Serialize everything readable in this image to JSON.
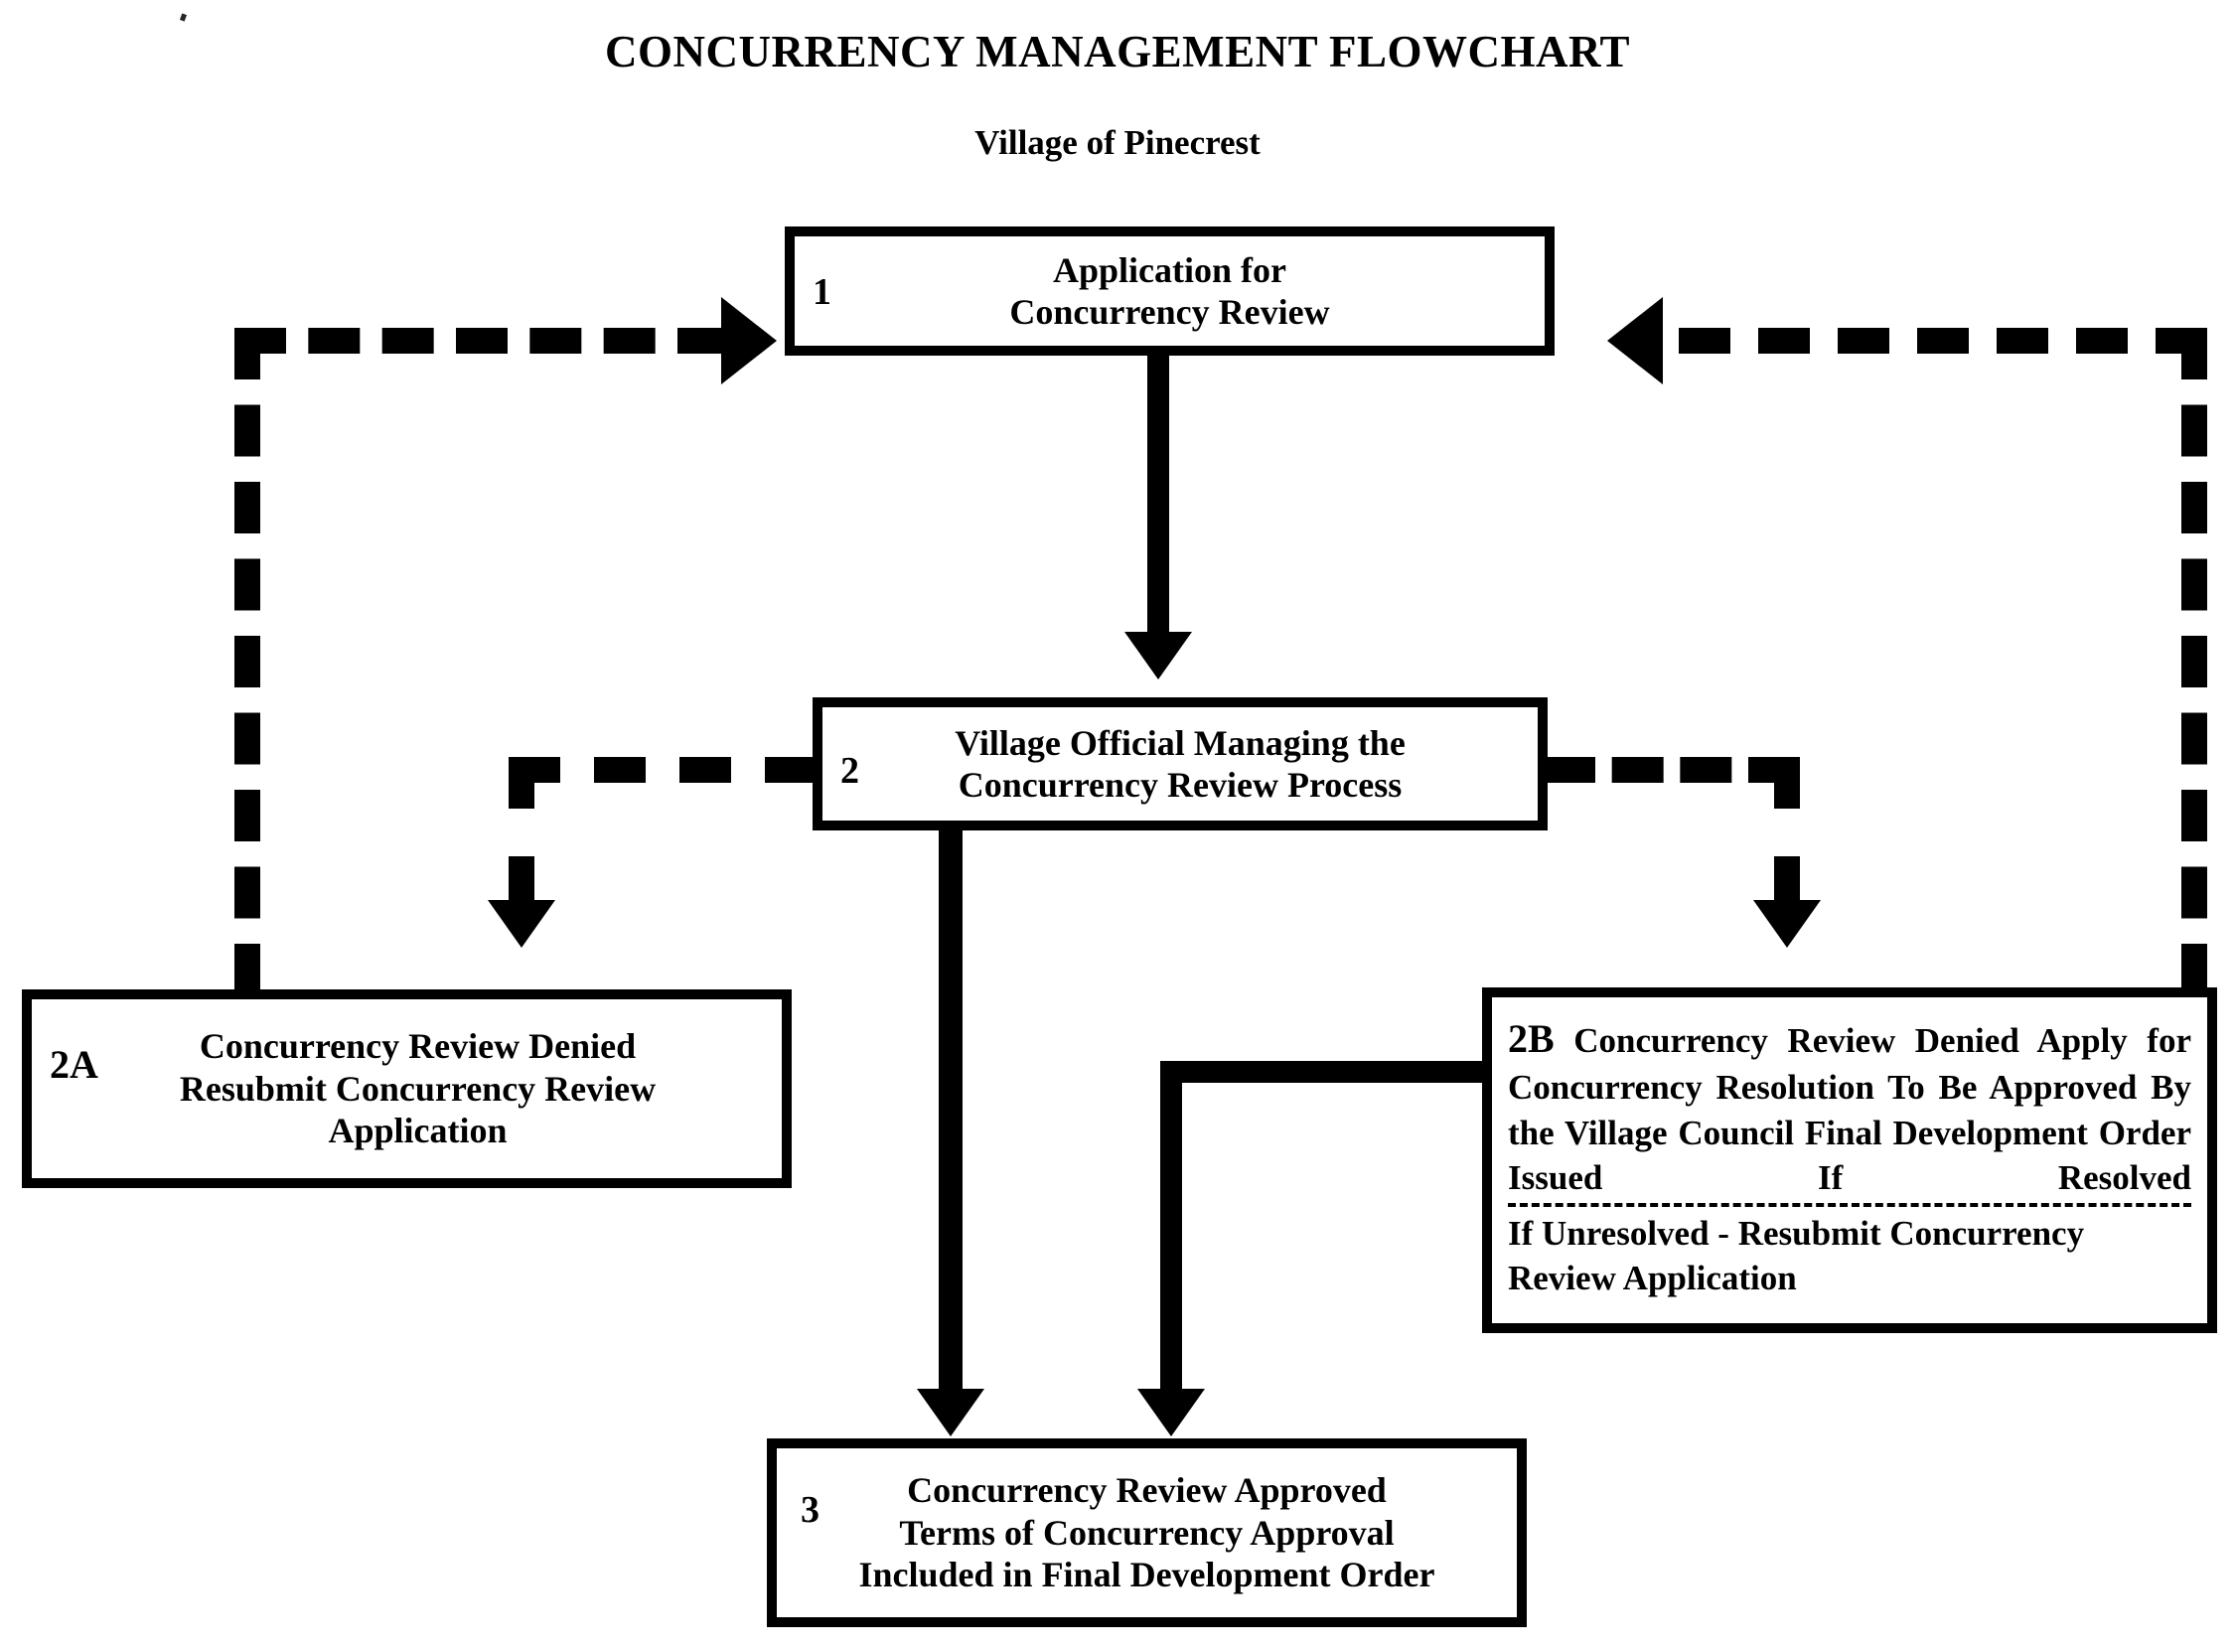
{
  "document": {
    "title": "CONCURRENCY MANAGEMENT FLOWCHART",
    "subtitle": "Village of Pinecrest"
  },
  "nodes": {
    "n1": {
      "number": "1",
      "line1": "Application for",
      "line2": "Concurrency Review"
    },
    "n2": {
      "number": "2",
      "line1": "Village Official Managing the",
      "line2": "Concurrency Review Process"
    },
    "n2a": {
      "number": "2A",
      "line1": "Concurrency Review Denied",
      "line2": "Resubmit Concurrency Review",
      "line3": "Application"
    },
    "n2b": {
      "number": "2B",
      "resolved_text": "Concurrency Review Denied Apply for Concurrency Resolution  To Be Approved By the Village Council Final Development Order Issued If Resolved",
      "unresolved_text": "If Unresolved - Resubmit Concurrency Review Application"
    },
    "n3": {
      "number": "3",
      "line1": "Concurrency Review Approved",
      "line2": "Terms of Concurrency Approval",
      "line3": "Included in Final Development Order"
    }
  },
  "chart_data": {
    "type": "flowchart",
    "title": "CONCURRENCY MANAGEMENT FLOWCHART",
    "subtitle": "Village of Pinecrest",
    "nodes": [
      {
        "id": "1",
        "label": "Application for Concurrency Review",
        "shape": "rectangle"
      },
      {
        "id": "2",
        "label": "Village Official Managing the Concurrency Review Process",
        "shape": "rectangle"
      },
      {
        "id": "2A",
        "label": "Concurrency Review Denied Resubmit Concurrency Review Application",
        "shape": "rectangle"
      },
      {
        "id": "2B",
        "label": "Concurrency Review Denied Apply for Concurrency Resolution To Be Approved By the Village Council Final Development Order Issued If Resolved / If Unresolved - Resubmit Concurrency Review Application",
        "shape": "rectangle"
      },
      {
        "id": "3",
        "label": "Concurrency Review Approved Terms of Concurrency Approval Included in Final Development Order",
        "shape": "rectangle"
      }
    ],
    "edges": [
      {
        "from": "1",
        "to": "2",
        "style": "solid",
        "direction": "down"
      },
      {
        "from": "2",
        "to": "2A",
        "style": "dashed",
        "direction": "left-then-down"
      },
      {
        "from": "2",
        "to": "2B",
        "style": "dashed",
        "direction": "right-then-down"
      },
      {
        "from": "2A",
        "to": "1",
        "style": "dashed",
        "direction": "up-then-right"
      },
      {
        "from": "2B",
        "to": "1",
        "style": "dashed",
        "direction": "up-then-left"
      },
      {
        "from": "2",
        "to": "3",
        "style": "solid",
        "direction": "down"
      },
      {
        "from": "2B",
        "to": "3",
        "style": "solid",
        "direction": "left-then-down"
      }
    ],
    "line_colors": {
      "stroke": "#000000",
      "background": "#ffffff"
    }
  },
  "colors": {
    "stroke": "#000000",
    "background": "#ffffff"
  }
}
